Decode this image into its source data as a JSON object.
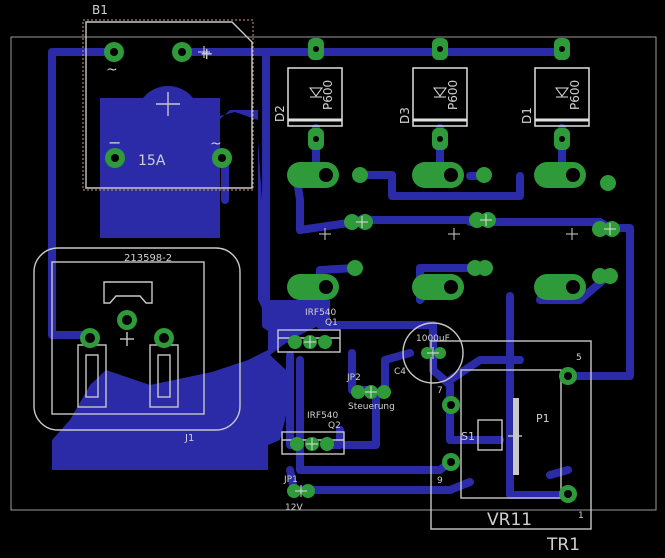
{
  "board": {
    "components": {
      "b1": {
        "ref": "B1",
        "value": "15A",
        "plus": "+",
        "minus": "−",
        "ac1": "~",
        "ac2": "~"
      },
      "d1": {
        "ref": "D1",
        "value": "P600"
      },
      "d2": {
        "ref": "D2",
        "value": "P600"
      },
      "d3": {
        "ref": "D3",
        "value": "P600"
      },
      "j1": {
        "ref": "J1",
        "value": "213598-2"
      },
      "q1": {
        "ref": "Q1",
        "value": "IRF540"
      },
      "q2": {
        "ref": "Q2",
        "value": "IRF540"
      },
      "c4": {
        "ref": "C4",
        "value": "1000uF"
      },
      "jp1": {
        "ref": "JP1",
        "value": "12V"
      },
      "jp2": {
        "ref": "JP2",
        "value": "Steuerung"
      },
      "s1": {
        "ref": "S1"
      },
      "p1": {
        "ref": "P1"
      },
      "vr11": {
        "ref": "VR11"
      },
      "tr1": {
        "ref": "TR1",
        "pin_5": "5",
        "pin_7": "7",
        "pin_9": "9",
        "pin_1": "1"
      }
    },
    "colors": {
      "background": "#000000",
      "copper_bottom": "#2b2ba8",
      "pad": "#2e9a3a",
      "silkscreen": "#c8c8c8",
      "outline": "#b0b0b0"
    }
  }
}
